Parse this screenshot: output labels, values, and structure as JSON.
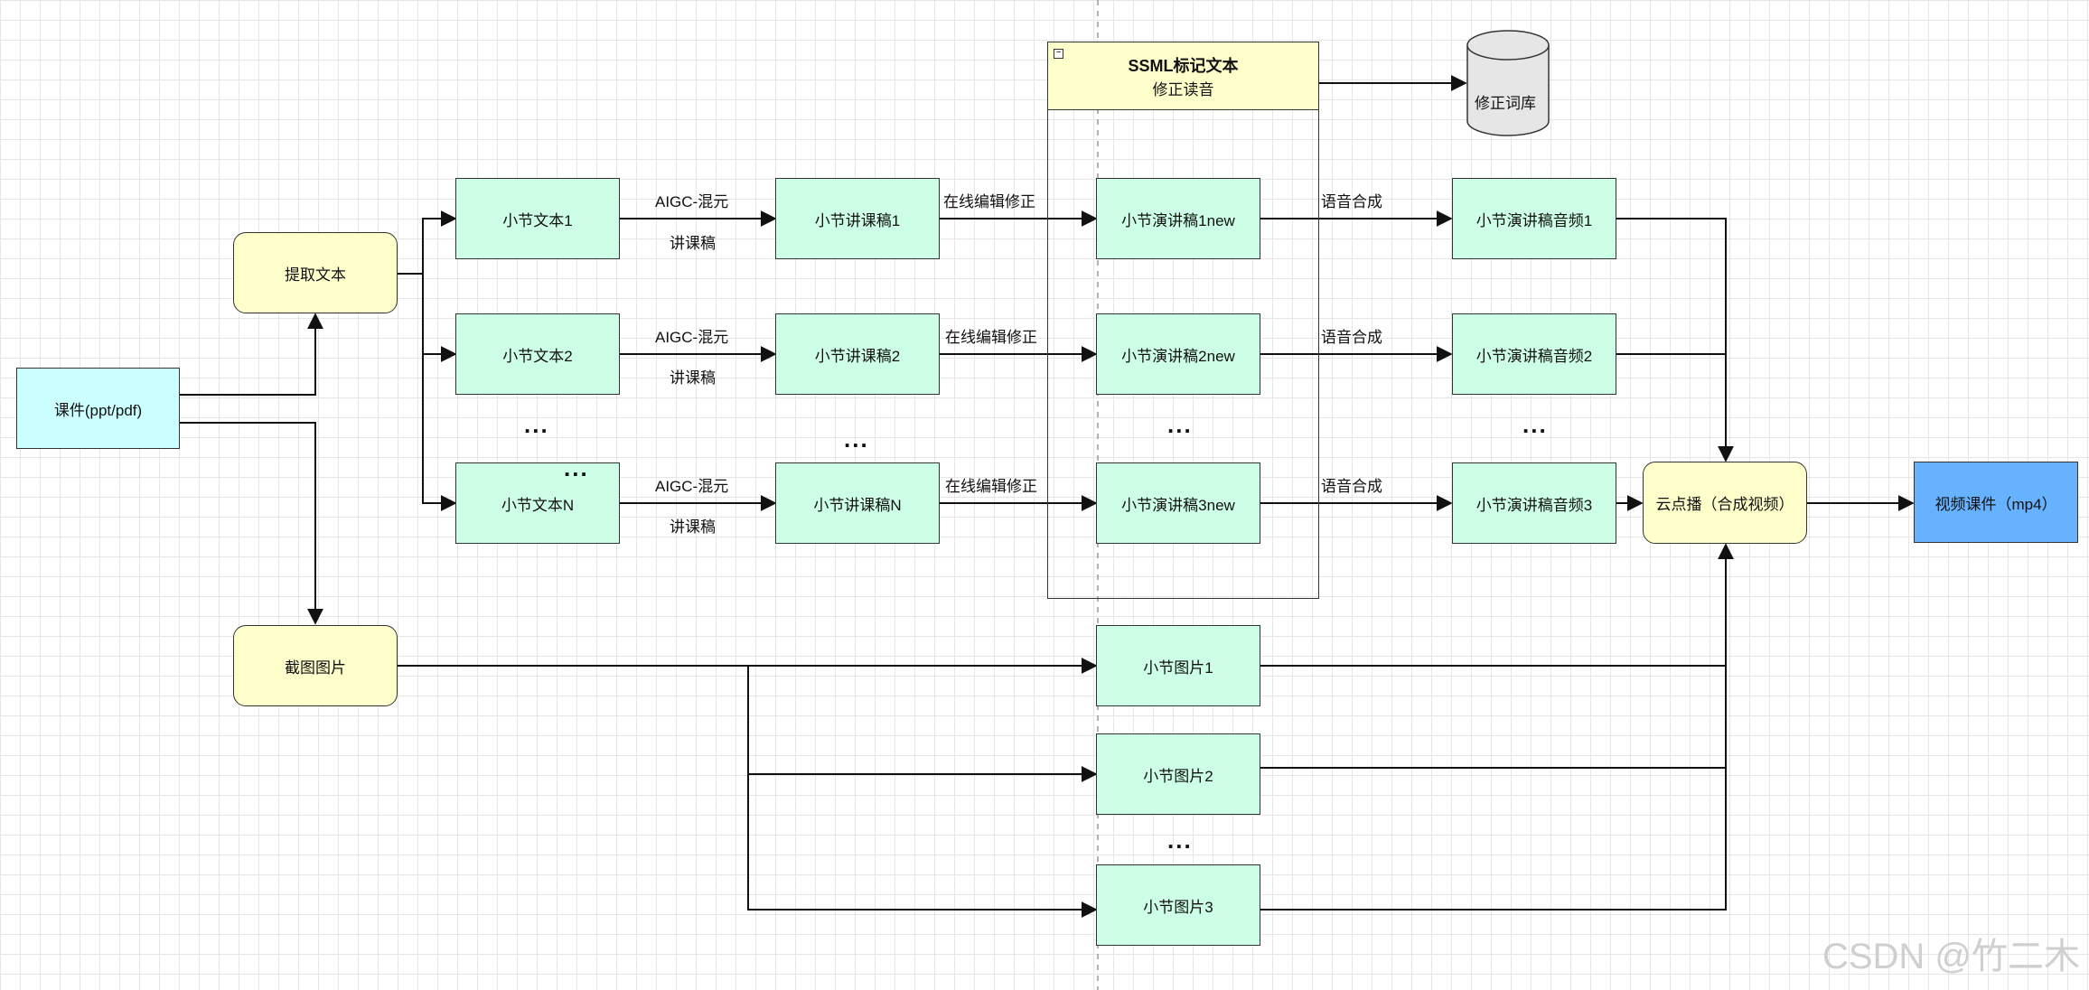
{
  "nodes": {
    "courseware": "课件(ppt/pdf)",
    "extract_text": "提取文本",
    "screenshot": "截图图片",
    "sections": [
      "小节文本1",
      "小节文本2",
      "小节文本N"
    ],
    "lectures": [
      "小节讲课稿1",
      "小节讲课稿2",
      "小节讲课稿N"
    ],
    "speeches": [
      "小节演讲稿1new",
      "小节演讲稿2new",
      "小节演讲稿3new"
    ],
    "audios": [
      "小节演讲稿音频1",
      "小节演讲稿音频2",
      "小节演讲稿音频3"
    ],
    "images": [
      "小节图片1",
      "小节图片2",
      "小节图片3"
    ],
    "vod": "云点播（合成视频）",
    "video": "视频课件（mp4）",
    "dict": "修正词库"
  },
  "container": {
    "title": "SSML标记文本",
    "subtitle": "修正读音"
  },
  "edges": {
    "aigc_line1": "AIGC-混元",
    "aigc_line2": "讲课稿",
    "edit": "在线编辑修正",
    "tts": "语音合成"
  },
  "ellipsis": "...",
  "watermark": "CSDN @竹二木"
}
